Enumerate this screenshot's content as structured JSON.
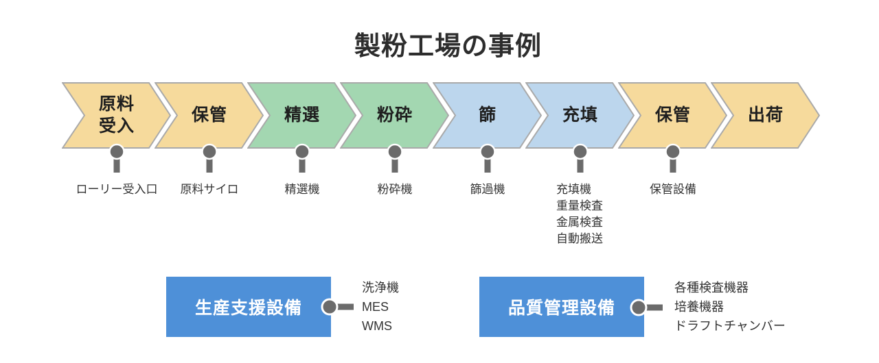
{
  "title": "製粉工場の事例",
  "colors": {
    "process_storage": "#F6DA9C",
    "process_refine": "#A3D7B1",
    "process_fill": "#BCD6ED",
    "support_box": "#4E90D8",
    "pin": "#6B6B6B",
    "outline": "#A9A9A9"
  },
  "flow": {
    "steps": [
      {
        "label": "原料\n受入",
        "fill": "#F6DA9C",
        "equipment": "ローリー受入口"
      },
      {
        "label": "保管",
        "fill": "#F6DA9C",
        "equipment": "原料サイロ"
      },
      {
        "label": "精選",
        "fill": "#A3D7B1",
        "equipment": "精選機"
      },
      {
        "label": "粉砕",
        "fill": "#A3D7B1",
        "equipment": "粉砕機"
      },
      {
        "label": "篩",
        "fill": "#BCD6ED",
        "equipment": "篩過機"
      },
      {
        "label": "充填",
        "fill": "#BCD6ED",
        "equipment": "充填機\n重量検査\n金属検査\n自動搬送"
      },
      {
        "label": "保管",
        "fill": "#F6DA9C",
        "equipment": "保管設備"
      },
      {
        "label": "出荷",
        "fill": "#F6DA9C",
        "equipment": ""
      }
    ]
  },
  "support": {
    "boxes": [
      {
        "label": "生産支援設備",
        "items": "洗浄機\nMES\nWMS"
      },
      {
        "label": "品質管理設備",
        "items": "各種検査機器\n培養機器\nドラフトチャンバー"
      }
    ]
  }
}
